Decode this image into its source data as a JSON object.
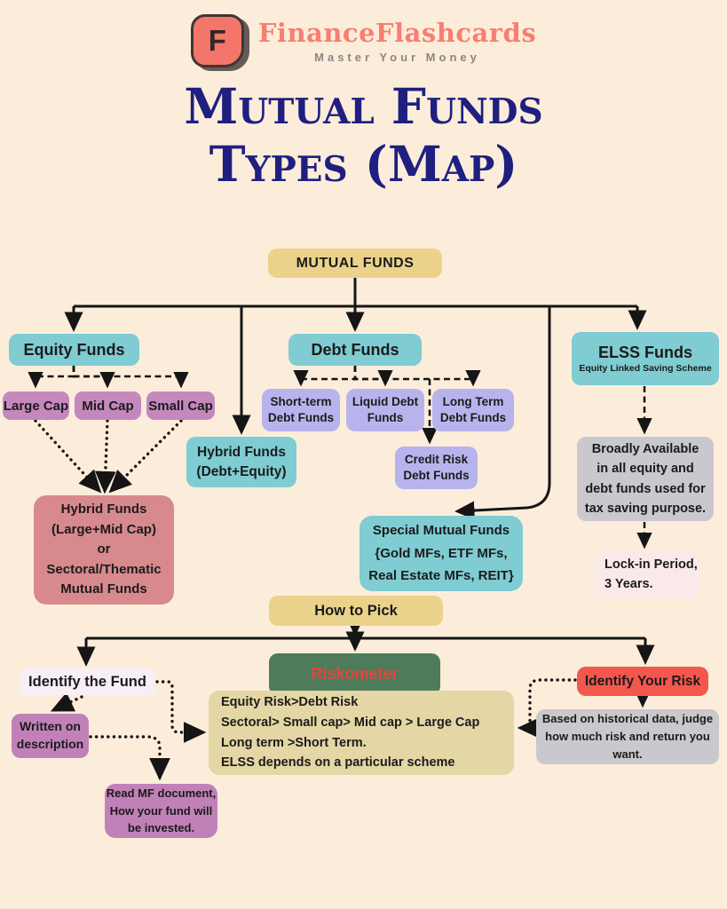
{
  "header": {
    "brand": "FinanceFlashcards",
    "tagline": "Master Your Money",
    "logo_letter": "F"
  },
  "title": {
    "line1": "Mutual Funds",
    "line2": "Types (Map)"
  },
  "nodes": {
    "mutual_funds": {
      "label": "MUTUAL FUNDS"
    },
    "equity": {
      "label": "Equity Funds"
    },
    "debt": {
      "label": "Debt Funds"
    },
    "elss": {
      "label": "ELSS Funds",
      "subtitle": "Equity Linked Saving Scheme"
    },
    "large_cap": {
      "label": "Large Cap"
    },
    "mid_cap": {
      "label": "Mid Cap"
    },
    "small_cap": {
      "label": "Small Cap"
    },
    "short_term": {
      "lines": [
        "Short-term",
        "Debt Funds"
      ]
    },
    "liquid": {
      "lines": [
        "Liquid Debt",
        "Funds"
      ]
    },
    "long_term": {
      "lines": [
        "Long Term",
        "Debt Funds"
      ]
    },
    "credit_risk": {
      "lines": [
        "Credit Risk",
        "Debt Funds"
      ]
    },
    "hybrid_debt_equity": {
      "lines": [
        "Hybrid Funds",
        "(Debt+Equity)"
      ]
    },
    "hybrid_large_mid": {
      "lines": [
        "Hybrid Funds",
        "(Large+Mid Cap)",
        "or",
        "Sectoral/Thematic",
        "Mutual Funds"
      ]
    },
    "special": {
      "lines": [
        "Special Mutual Funds",
        "{Gold MFs, ETF MFs,",
        "Real Estate MFs, REIT}"
      ]
    },
    "elss_note": {
      "lines": [
        "Broadly Available",
        "in all equity and",
        "debt funds used for",
        "tax saving purpose."
      ]
    },
    "lock_in": {
      "lines": [
        "Lock-in Period,",
        "3 Years."
      ]
    },
    "how_to_pick": {
      "label": "How to Pick"
    },
    "riskometer": {
      "label": "Riskometer"
    },
    "identify_fund": {
      "label": "Identify the Fund"
    },
    "identify_risk": {
      "label": "Identify Your Risk"
    },
    "written_desc": {
      "lines": [
        "Written on",
        "description"
      ]
    },
    "read_mf": {
      "lines": [
        "Read MF document,",
        "How your fund will",
        "be invested."
      ]
    },
    "risk_rules": {
      "lines": [
        "Equity Risk>Debt Risk",
        "Sectoral> Small cap> Mid cap > Large Cap",
        "Long term >Short Term.",
        "ELSS depends on a particular scheme"
      ]
    },
    "historical": {
      "lines": [
        "Based on historical data, judge",
        "how much risk and return you",
        "want."
      ]
    }
  },
  "colors": {
    "background": "#fcedda",
    "teal": "#7fccd3",
    "gold": "#ebd28b",
    "mauve": "#c488bd",
    "lavender": "#b7b4ed",
    "rose": "#d8898e",
    "gray": "#c9c8cd",
    "khaki": "#e4d6a5",
    "green": "#4e7c5a",
    "red": "#f4574e",
    "orchid": "#c181b8",
    "title_navy": "#1f1f80",
    "brand_coral": "#f87e72",
    "riskometer_text": "#e8423e"
  }
}
